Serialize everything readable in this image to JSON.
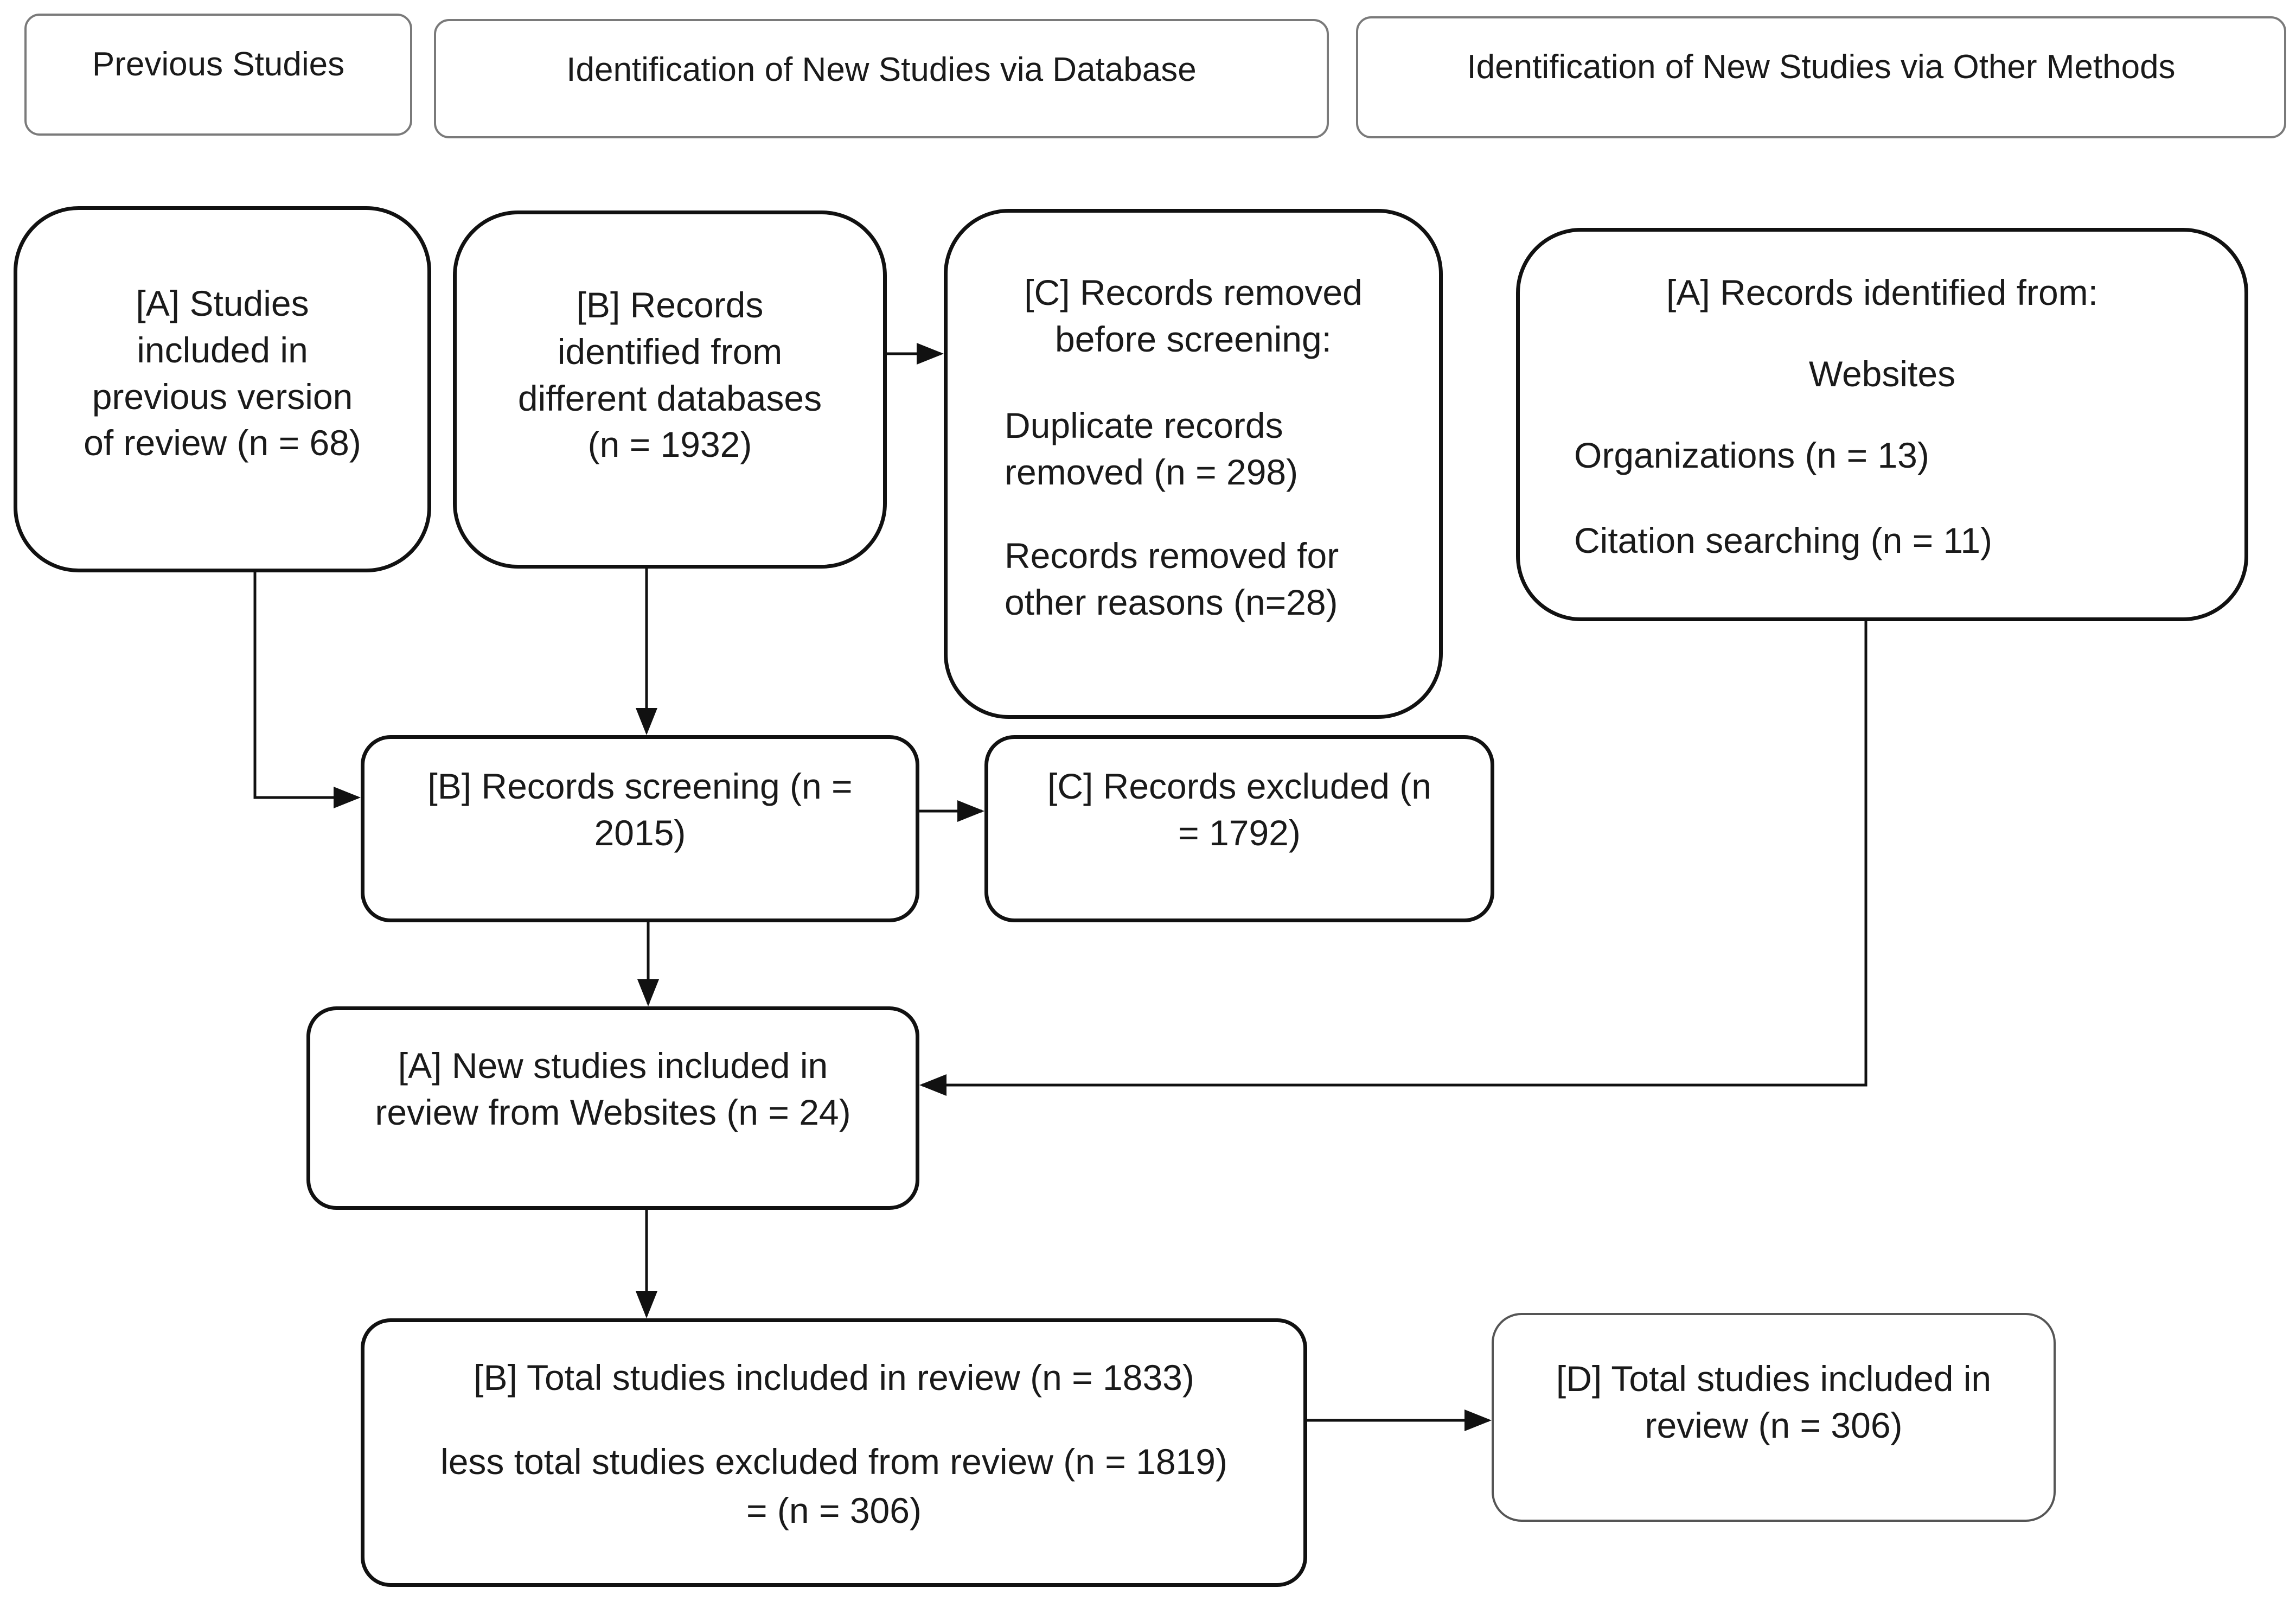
{
  "headers": {
    "previous": "Previous Studies",
    "database": "Identification of New Studies via Database",
    "other": "Identification of New Studies via Other Methods"
  },
  "nodes": {
    "studies_included_previous": [
      "[A] Studies",
      "included in",
      "previous version",
      "of review (n = 68)"
    ],
    "records_identified_databases": [
      "[B] Records",
      "identified from",
      "different databases",
      "(n = 1932)"
    ],
    "records_removed_before_screening": {
      "title": [
        "[C] Records removed",
        "before screening:"
      ],
      "duplicates": [
        "Duplicate records",
        "removed (n = 298)"
      ],
      "other_reasons": [
        "Records removed for",
        "other reasons (n=28)"
      ]
    },
    "records_identified_from": {
      "title": "[A] Records identified from:",
      "websites": "Websites",
      "organizations": "Organizations (n = 13)",
      "citation": "Citation searching (n = 11)"
    },
    "records_screening": [
      "[B] Records screening (n =",
      "2015)"
    ],
    "records_excluded": [
      "[C] Records excluded (n",
      "= 1792)"
    ],
    "new_studies_included": [
      "[A] New studies included in",
      "review from Websites (n = 24)"
    ],
    "total_included": {
      "line1": "[B] Total studies included in review (n = 1833)",
      "line2": "less total studies excluded from review (n = 1819)",
      "line3": "= (n = 306)"
    },
    "final_total": [
      "[D] Total studies included in",
      "review (n = 306)"
    ]
  }
}
